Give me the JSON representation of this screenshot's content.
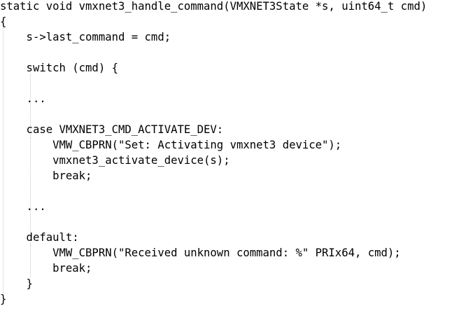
{
  "code": {
    "lines": [
      "static void vmxnet3_handle_command(VMXNET3State *s, uint64_t cmd)",
      "{",
      "    s->last_command = cmd;",
      "",
      "    switch (cmd) {",
      "",
      "    ...",
      "",
      "    case VMXNET3_CMD_ACTIVATE_DEV:",
      "        VMW_CBPRN(\"Set: Activating vmxnet3 device\");",
      "        vmxnet3_activate_device(s);",
      "        break;",
      "",
      "    ...",
      "",
      "    default:",
      "        VMW_CBPRN(\"Received unknown command: %\" PRIx64, cmd);",
      "        break;",
      "    }",
      "}"
    ]
  }
}
